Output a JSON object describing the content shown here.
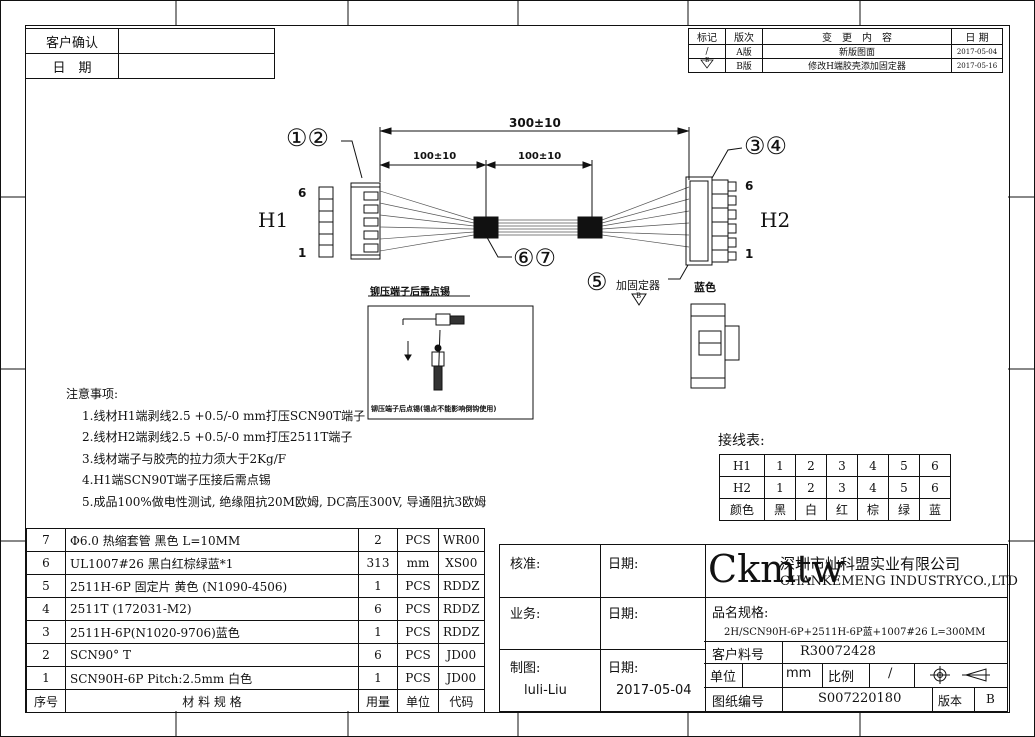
{
  "approval_box": {
    "customer_confirm": "客户确认",
    "date": "日　期"
  },
  "revision_table": {
    "headers": [
      "标记",
      "版次",
      "变　更　内　容",
      "日 期"
    ],
    "rows": [
      {
        "mark": "/",
        "version": "A版",
        "content": "新版图面",
        "date": "2017-05-04"
      },
      {
        "mark": "B",
        "version": "B版",
        "content": "修改H端胶壳添加固定器",
        "date": "2017-05-16"
      }
    ]
  },
  "drawing": {
    "dim_total": "300±10",
    "dim_left": "100±10",
    "dim_right": "100±10",
    "h1": "H1",
    "h2": "H2",
    "pin6_l": "6",
    "pin1_l": "1",
    "pin6_r": "6",
    "pin1_r": "1",
    "callout_12": "①②",
    "callout_34": "③④",
    "callout_67": "⑥⑦",
    "callout_5": "⑤",
    "fixer_label": "加固定器",
    "fixer_mark": "B",
    "color_blue": "蓝色",
    "crimp_label": "铆压端子后需点锡",
    "inset_caption": "铆压端子后点锡(锡点不能影响倒钩使用)"
  },
  "notes": {
    "title": "注意事项:",
    "items": [
      "1.线材H1端剥线2.5 +0.5/-0 mm打压SCN90T端子",
      "2.线材H2端剥线2.5 +0.5/-0 mm打压2511T端子",
      "3.线材端子与胶壳的拉力须大于2Kg/F",
      "4.H1端SCN90T端子压接后需点锡",
      "5.成品100%做电性测试, 绝缘阻抗20M欧姆, DC高压300V, 导通阻抗3欧姆"
    ]
  },
  "wiring_table": {
    "title": "接线表:",
    "rows": [
      [
        "H1",
        "1",
        "2",
        "3",
        "4",
        "5",
        "6"
      ],
      [
        "H2",
        "1",
        "2",
        "3",
        "4",
        "5",
        "6"
      ],
      [
        "颜色",
        "黑",
        "白",
        "红",
        "棕",
        "绿",
        "蓝"
      ]
    ]
  },
  "bom": {
    "rows": [
      {
        "no": "7",
        "spec": "Φ6.0 热缩套管 黑色 L=10MM",
        "qty": "2",
        "unit": "PCS",
        "code": "WR00"
      },
      {
        "no": "6",
        "spec": "UL1007#26 黑白红棕绿蓝*1",
        "qty": "313",
        "unit": "mm",
        "code": "XS00"
      },
      {
        "no": "5",
        "spec": "2511H-6P 固定片 黄色 (N1090-4506)",
        "qty": "1",
        "unit": "PCS",
        "code": "RDDZ"
      },
      {
        "no": "4",
        "spec": "2511T (172031-M2)",
        "qty": "6",
        "unit": "PCS",
        "code": "RDDZ"
      },
      {
        "no": "3",
        "spec": "2511H-6P(N1020-9706)蓝色",
        "qty": "1",
        "unit": "PCS",
        "code": "RDDZ"
      },
      {
        "no": "2",
        "spec": "SCN90° T",
        "qty": "6",
        "unit": "PCS",
        "code": "JD00"
      },
      {
        "no": "1",
        "spec": "SCN90H-6P Pitch:2.5mm 白色",
        "qty": "1",
        "unit": "PCS",
        "code": "JD00"
      }
    ],
    "footer": {
      "no": "序号",
      "spec": "材 料 规 格",
      "qty": "用量",
      "unit": "单位",
      "code": "代码"
    }
  },
  "approval": {
    "approve": "核准:",
    "date1": "日期:",
    "sales": "业务:",
    "date2": "日期:",
    "drafter": "制图:",
    "date3": "日期:",
    "drafter_name": "luli-Liu",
    "draft_date": "2017-05-04"
  },
  "company": {
    "logo": "Ckmtw",
    "name_cn": "深圳市灿科盟实业有限公司",
    "name_en": "CHANKEMENG INDUSTRYCO.,LTD"
  },
  "title_block": {
    "spec_label": "品名规格:",
    "spec_value": "2H/SCN90H-6P+2511H-6P蓝+1007#26 L=300MM",
    "part_label": "客户料号",
    "part_value": "R30072428",
    "unit_label": "单位",
    "unit_value": "mm",
    "scale_label": "比例",
    "scale_value": "/",
    "drawing_no_label": "图纸编号",
    "drawing_no": "S007220180",
    "version_label": "版本",
    "version": "B"
  }
}
